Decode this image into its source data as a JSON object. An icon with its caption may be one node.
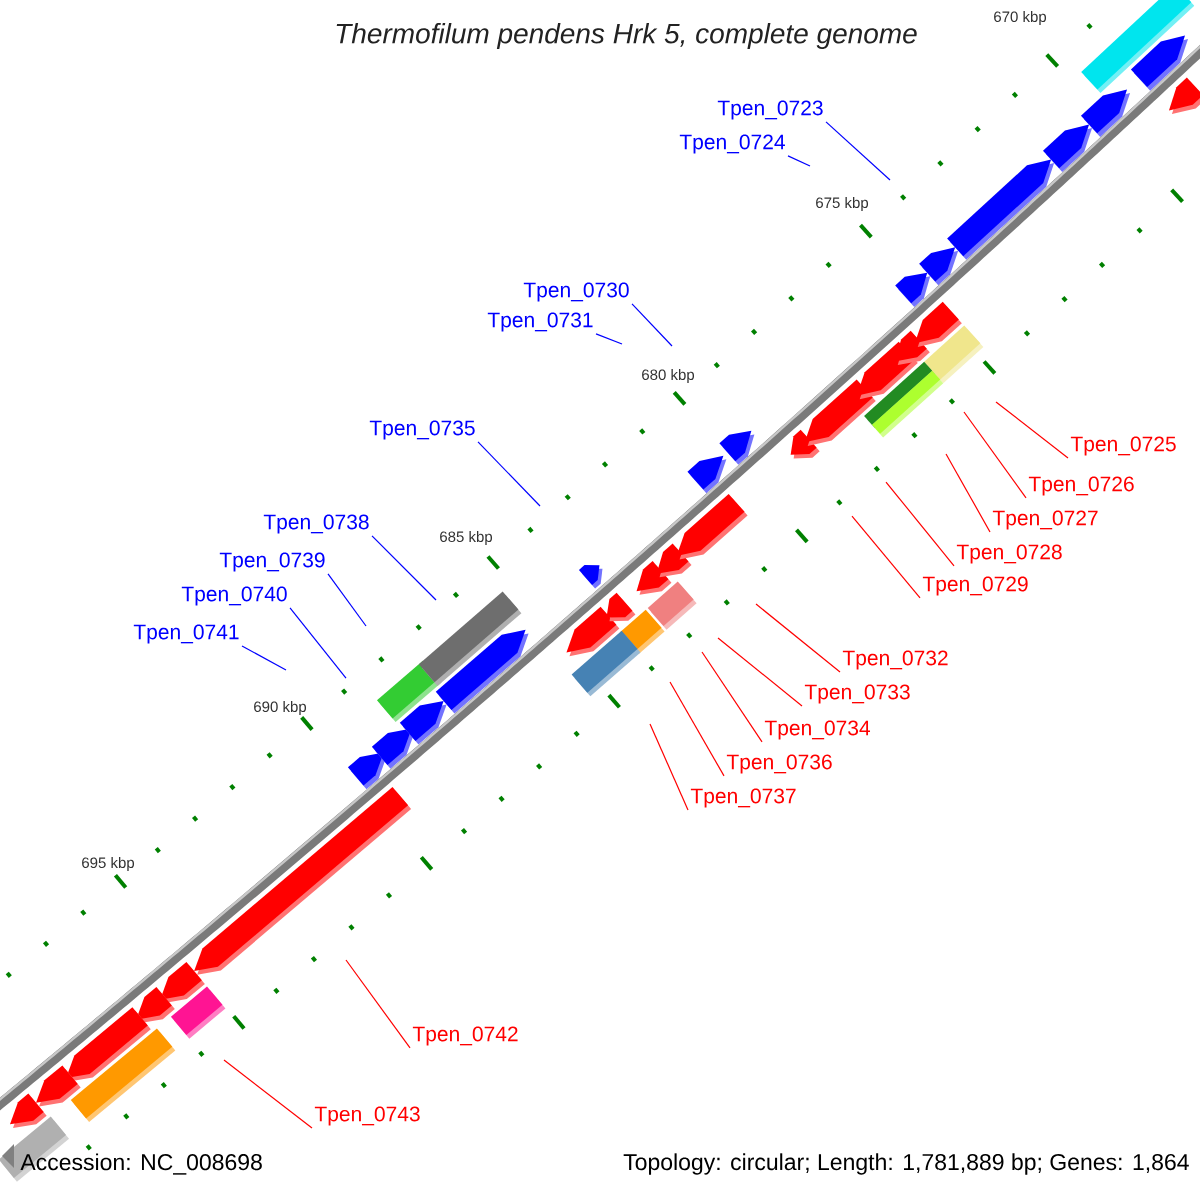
{
  "diagram": {
    "title": "Thermofilum pendens Hrk 5, complete genome",
    "nodes": [
      {
        "text": [
          "Tpen_0723"
        ]
      },
      {
        "text": [
          "Tpen_0724"
        ]
      },
      {
        "text": [
          "Tpen_0725"
        ]
      },
      {
        "text": [
          "Tpen_0726"
        ]
      },
      {
        "text": [
          "Tpen_0727"
        ]
      },
      {
        "text": [
          "Tpen_0728"
        ]
      },
      {
        "text": [
          "Tpen_0729"
        ]
      },
      {
        "text": [
          "Tpen_0730"
        ]
      },
      {
        "text": [
          "Tpen_0731"
        ]
      },
      {
        "text": [
          "Tpen_0732"
        ]
      },
      {
        "text": [
          "Tpen_0733"
        ]
      },
      {
        "text": [
          "Tpen_0734"
        ]
      },
      {
        "text": [
          "Tpen_0735"
        ]
      },
      {
        "text": [
          "Tpen_0736"
        ]
      },
      {
        "text": [
          "Tpen_0737"
        ]
      },
      {
        "text": [
          "Tpen_0738"
        ]
      },
      {
        "text": [
          "Tpen_0739"
        ]
      },
      {
        "text": [
          "Tpen_0740"
        ]
      },
      {
        "text": [
          "Tpen_0741"
        ]
      },
      {
        "text": [
          "Tpen_0742"
        ]
      },
      {
        "text": [
          "Tpen_0743"
        ]
      }
    ],
    "edges": [
      {
        "from": 0,
        "to": null,
        "arrow": "none",
        "color": "#0000ff"
      },
      {
        "from": 1,
        "to": null,
        "arrow": "none",
        "color": "#0000ff"
      },
      {
        "from": 2,
        "to": null,
        "arrow": "none"
      },
      {
        "from": 3,
        "to": null,
        "arrow": "none"
      },
      {
        "from": 4,
        "to": null,
        "arrow": "none"
      },
      {
        "from": 5,
        "to": null,
        "arrow": "none"
      },
      {
        "from": 6,
        "to": null,
        "arrow": "none"
      },
      {
        "from": 7,
        "to": null,
        "arrow": "none",
        "color": "#0000ff"
      },
      {
        "from": 8,
        "to": null,
        "arrow": "none",
        "color": "#0000ff"
      },
      {
        "from": 9,
        "to": null,
        "arrow": "none"
      },
      {
        "from": 10,
        "to": null,
        "arrow": "none"
      },
      {
        "from": 11,
        "to": null,
        "arrow": "none"
      },
      {
        "from": 12,
        "to": null,
        "arrow": "none",
        "color": "#0000ff"
      },
      {
        "from": 13,
        "to": null,
        "arrow": "none"
      },
      {
        "from": 14,
        "to": null,
        "arrow": "none"
      },
      {
        "from": 15,
        "to": null,
        "arrow": "none",
        "color": "#0000ff"
      },
      {
        "from": 16,
        "to": null,
        "arrow": "none",
        "color": "#0000ff"
      },
      {
        "from": 17,
        "to": null,
        "arrow": "none",
        "color": "#0000ff"
      },
      {
        "from": 18,
        "to": null,
        "arrow": "none",
        "color": "#0000ff"
      },
      {
        "from": 19,
        "to": null,
        "arrow": "none"
      },
      {
        "from": 20,
        "to": null,
        "arrow": "none"
      }
    ],
    "labels": [
      "670 kbp",
      "675 kbp",
      "680 kbp",
      "685 kbp",
      "690 kbp",
      "695 kbp",
      "Accession: NC_008698",
      "Topology: circular; Length: 1,781,889 bp; Genes: 1,864"
    ]
  }
}
